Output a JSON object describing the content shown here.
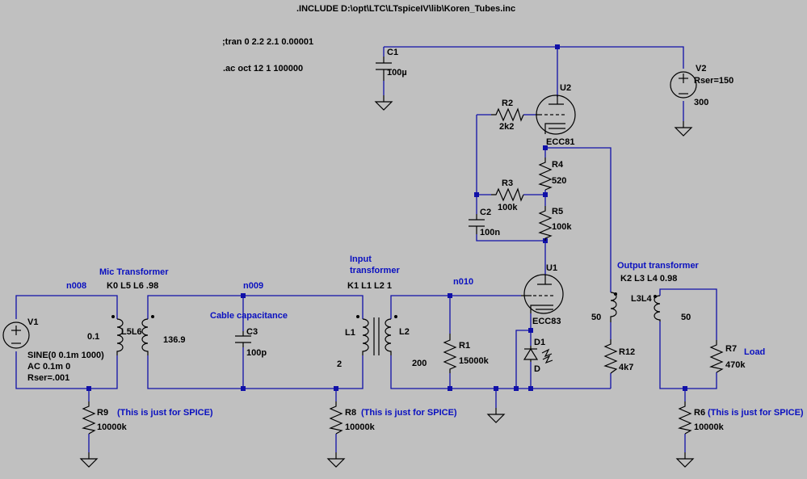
{
  "directives": {
    "include": ".INCLUDE D:\\opt\\LTC\\LTspiceIV\\lib\\Koren_Tubes.inc",
    "tran": ";tran 0 2.2 2.1 0.00001",
    "ac": ".ac oct 12 1 100000"
  },
  "nets": {
    "n008": "n008",
    "n009": "n009",
    "n010": "n010"
  },
  "labels": {
    "mic_transformer": "Mic Transformer",
    "cable_capacitance": "Cable capacitance",
    "input_transformer_1": "Input",
    "input_transformer_2": "transformer",
    "output_transformer": "Output transformer",
    "load": "Load",
    "spice_note": "(This is just for SPICE)"
  },
  "couplings": {
    "k0": "K0 L5 L6 .98",
    "k1": "K1 L1 L2 1",
    "k2": "K2 L3 L4 0.98"
  },
  "components": {
    "V1": {
      "name": "V1",
      "line1": "SINE(0 0.1m 1000)",
      "line2": "AC 0.1m 0",
      "line3": "Rser=.001"
    },
    "V2": {
      "name": "V2",
      "rser": "Rser=150",
      "value": "300"
    },
    "C1": {
      "name": "C1",
      "value": "100µ"
    },
    "C2": {
      "name": "C2",
      "value": "100n"
    },
    "C3": {
      "name": "C3",
      "value": "100p"
    },
    "R1": {
      "name": "R1",
      "value": "15000k"
    },
    "R2": {
      "name": "R2",
      "value": "2k2"
    },
    "R3": {
      "name": "R3",
      "value": "100k"
    },
    "R4": {
      "name": "R4",
      "value": "520"
    },
    "R5": {
      "name": "R5",
      "value": "100k"
    },
    "R6": {
      "name": "R6",
      "value": "10000k"
    },
    "R7": {
      "name": "R7",
      "value": "470k"
    },
    "R8": {
      "name": "R8",
      "value": "10000k"
    },
    "R9": {
      "name": "R9",
      "value": "10000k"
    },
    "R12": {
      "name": "R12",
      "value": "4k7"
    },
    "L5": {
      "value": "0.1"
    },
    "L6": {
      "value": "136.9"
    },
    "L1": {
      "name": "L1",
      "value": "2"
    },
    "L2": {
      "name": "L2",
      "value": "200"
    },
    "L3": {
      "value": "50"
    },
    "L4": {
      "value": "50"
    },
    "L3L4": "L3L4",
    "L5L6": "L5L6",
    "U1": {
      "name": "U1",
      "model": "ECC83"
    },
    "U2": {
      "name": "U2",
      "model": "ECC81"
    },
    "D1": {
      "name": "D1",
      "model": "D"
    }
  }
}
